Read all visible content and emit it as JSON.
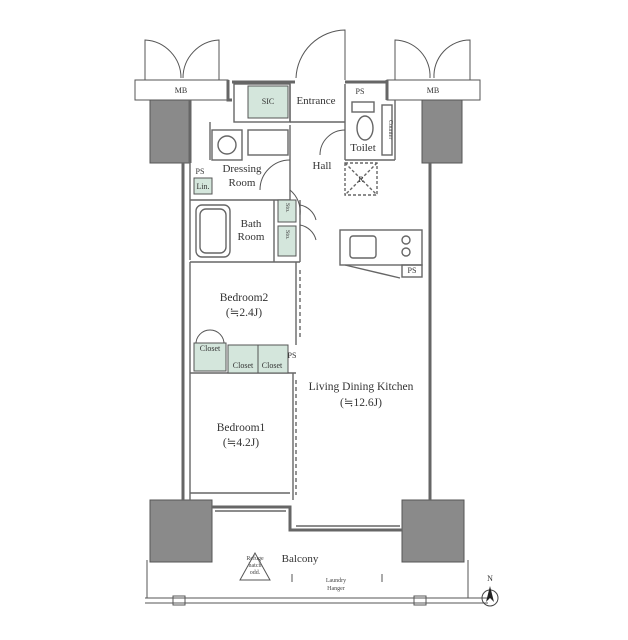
{
  "rooms": {
    "living": {
      "name": "Living Dining Kitchen",
      "size": "(≒12.6J)"
    },
    "bedroom1": {
      "name": "Bedroom1",
      "size": "(≒4.2J)"
    },
    "bedroom2": {
      "name": "Bedroom2",
      "size": "(≒2.4J)"
    },
    "dressing": {
      "line1": "Dressing",
      "line2": "Room"
    },
    "bath": {
      "line1": "Bath",
      "line2": "Room"
    },
    "entrance": "Entrance",
    "hall": "Hall",
    "toilet": "Toilet",
    "balcony": "Balcony"
  },
  "labels": {
    "mb_left": "MB",
    "mb_right": "MB",
    "sic": "SIC",
    "ps_top": "PS",
    "ps_left": "PS",
    "ps_kitchen": "PS",
    "ps_closet": "PS",
    "lin": "Lin.",
    "sto1": "Sto.",
    "sto2": "Sto.",
    "closet_a": "Closet",
    "closet_b": "Closet",
    "closet_c": "Closet",
    "counter": "Counter",
    "refuge_1": "Refuge",
    "refuge_2": "hatch",
    "refuge_3": "odd.",
    "laundry_1": "Laundry",
    "laundry_2": "Hanger",
    "north": "N",
    "fridge": "R"
  },
  "colors": {
    "wall": "#8a8a8a",
    "line": "#555555",
    "storage": "#d4e6dc"
  }
}
